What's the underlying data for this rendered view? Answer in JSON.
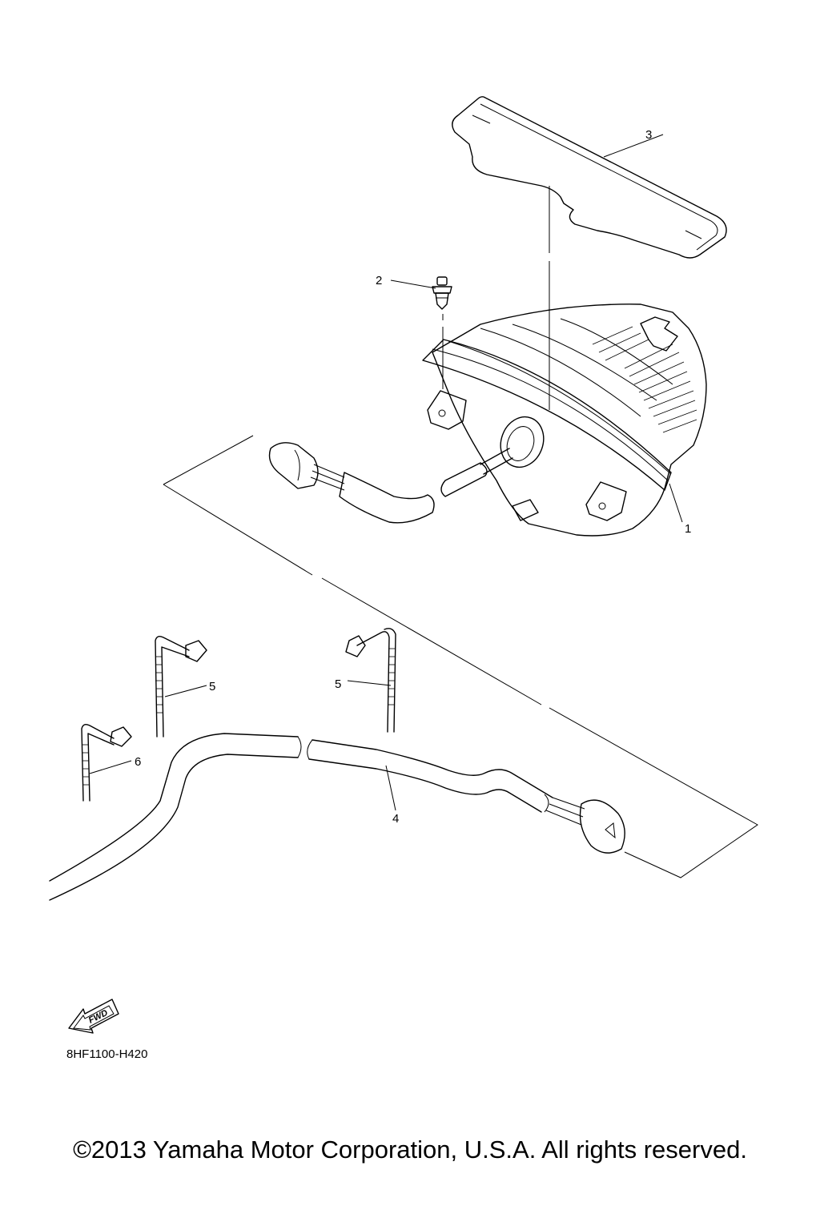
{
  "diagram": {
    "callouts": [
      {
        "id": "lens",
        "label": "3"
      },
      {
        "id": "screw",
        "label": "2"
      },
      {
        "id": "tail-light",
        "label": "1"
      },
      {
        "id": "band-upper-left",
        "label": "5"
      },
      {
        "id": "band-upper-right",
        "label": "5"
      },
      {
        "id": "band-lower-left",
        "label": "6"
      },
      {
        "id": "harness",
        "label": "4"
      }
    ],
    "fwd_icon_text": "FWD",
    "part_code": "8HF1100-H420"
  },
  "footer": {
    "copyright": "©2013 Yamaha Motor Corporation, U.S.A. All rights reserved."
  }
}
